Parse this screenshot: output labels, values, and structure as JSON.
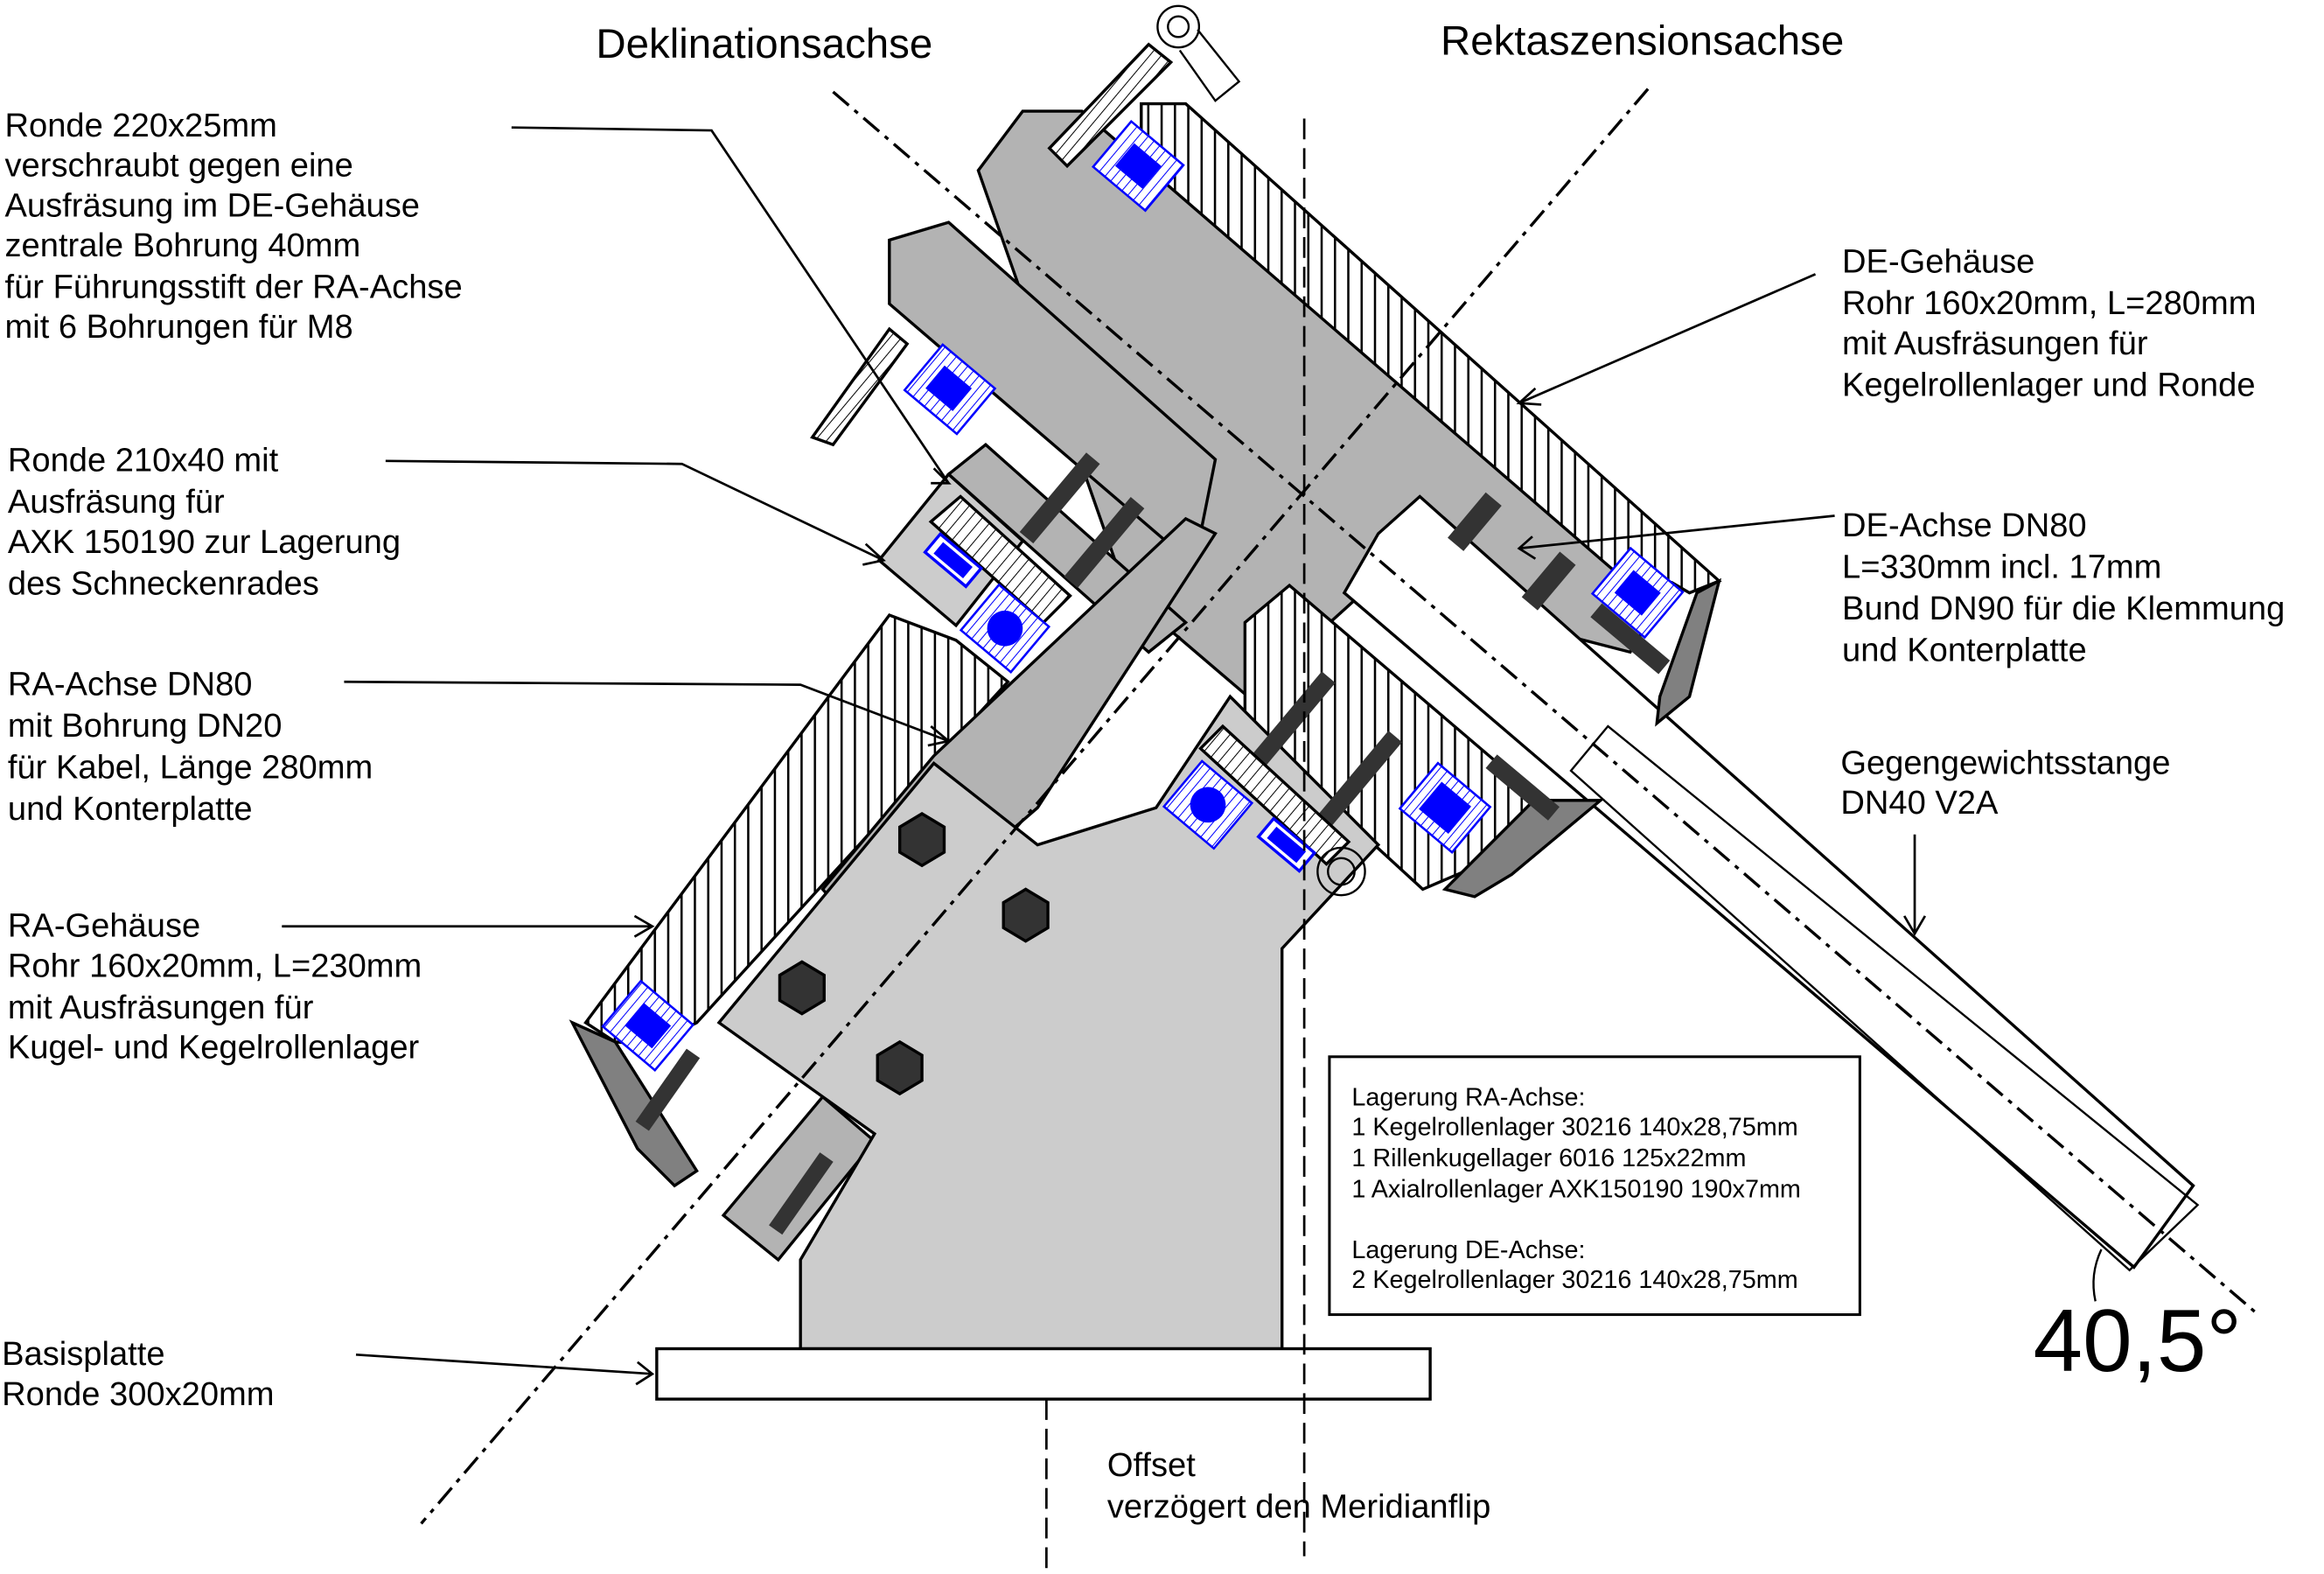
{
  "titles": {
    "declination_axis": "Deklinationsachse",
    "right_ascension_axis": "Rektaszensionsachse"
  },
  "labels": {
    "ronde_220": [
      "Ronde 220x25mm",
      "verschraubt gegen eine",
      "Ausfräsung im DE-Gehäuse",
      "zentrale Bohrung 40mm",
      "für Führungsstift der RA-Achse",
      "mit 6 Bohrungen für M8"
    ],
    "ronde_210": [
      "Ronde 210x40 mit",
      "Ausfräsung für",
      "AXK 150190 zur Lagerung",
      "des Schneckenrades"
    ],
    "ra_achse": [
      "RA-Achse DN80",
      "mit Bohrung DN20",
      "für Kabel, Länge 280mm",
      "und Konterplatte"
    ],
    "ra_gehaeuse": [
      "RA-Gehäuse",
      "Rohr 160x20mm, L=230mm",
      "mit Ausfräsungen für",
      "Kugel- und Kegelrollenlager"
    ],
    "de_gehaeuse": [
      "DE-Gehäuse",
      "Rohr 160x20mm, L=280mm",
      "mit Ausfräsungen für",
      "Kegelrollenlager und Ronde"
    ],
    "de_achse": [
      "DE-Achse DN80",
      "L=330mm incl. 17mm",
      "Bund DN90 für die Klemmung",
      "und Konterplatte"
    ],
    "gegengewicht": [
      "Gegengewichtsstange",
      "DN40 V2A"
    ],
    "basisplatte": [
      "Basisplatte",
      "Ronde 300x20mm"
    ],
    "offset": [
      "Offset",
      "verzögert den Meridianflip"
    ]
  },
  "bearing_table": {
    "ra_heading": "Lagerung RA-Achse:",
    "ra_items": [
      "1 Kegelrollenlager 30216 140x28,75mm",
      "1 Rillenkugellager 6016 125x22mm",
      "1 Axialrollenlager AXK150190 190x7mm"
    ],
    "de_heading": "Lagerung DE-Achse:",
    "de_items": [
      "2 Kegelrollenlager 30216 140x28,75mm"
    ]
  },
  "angle": {
    "value_label": "40,5°",
    "degrees": 40.5
  },
  "colors": {
    "housing_grey": "#b3b3b3",
    "base_grey": "#cccccc",
    "dark_grey": "#333333",
    "mid_grey": "#808080",
    "bearing_blue": "#0000ff",
    "line": "#000000"
  }
}
